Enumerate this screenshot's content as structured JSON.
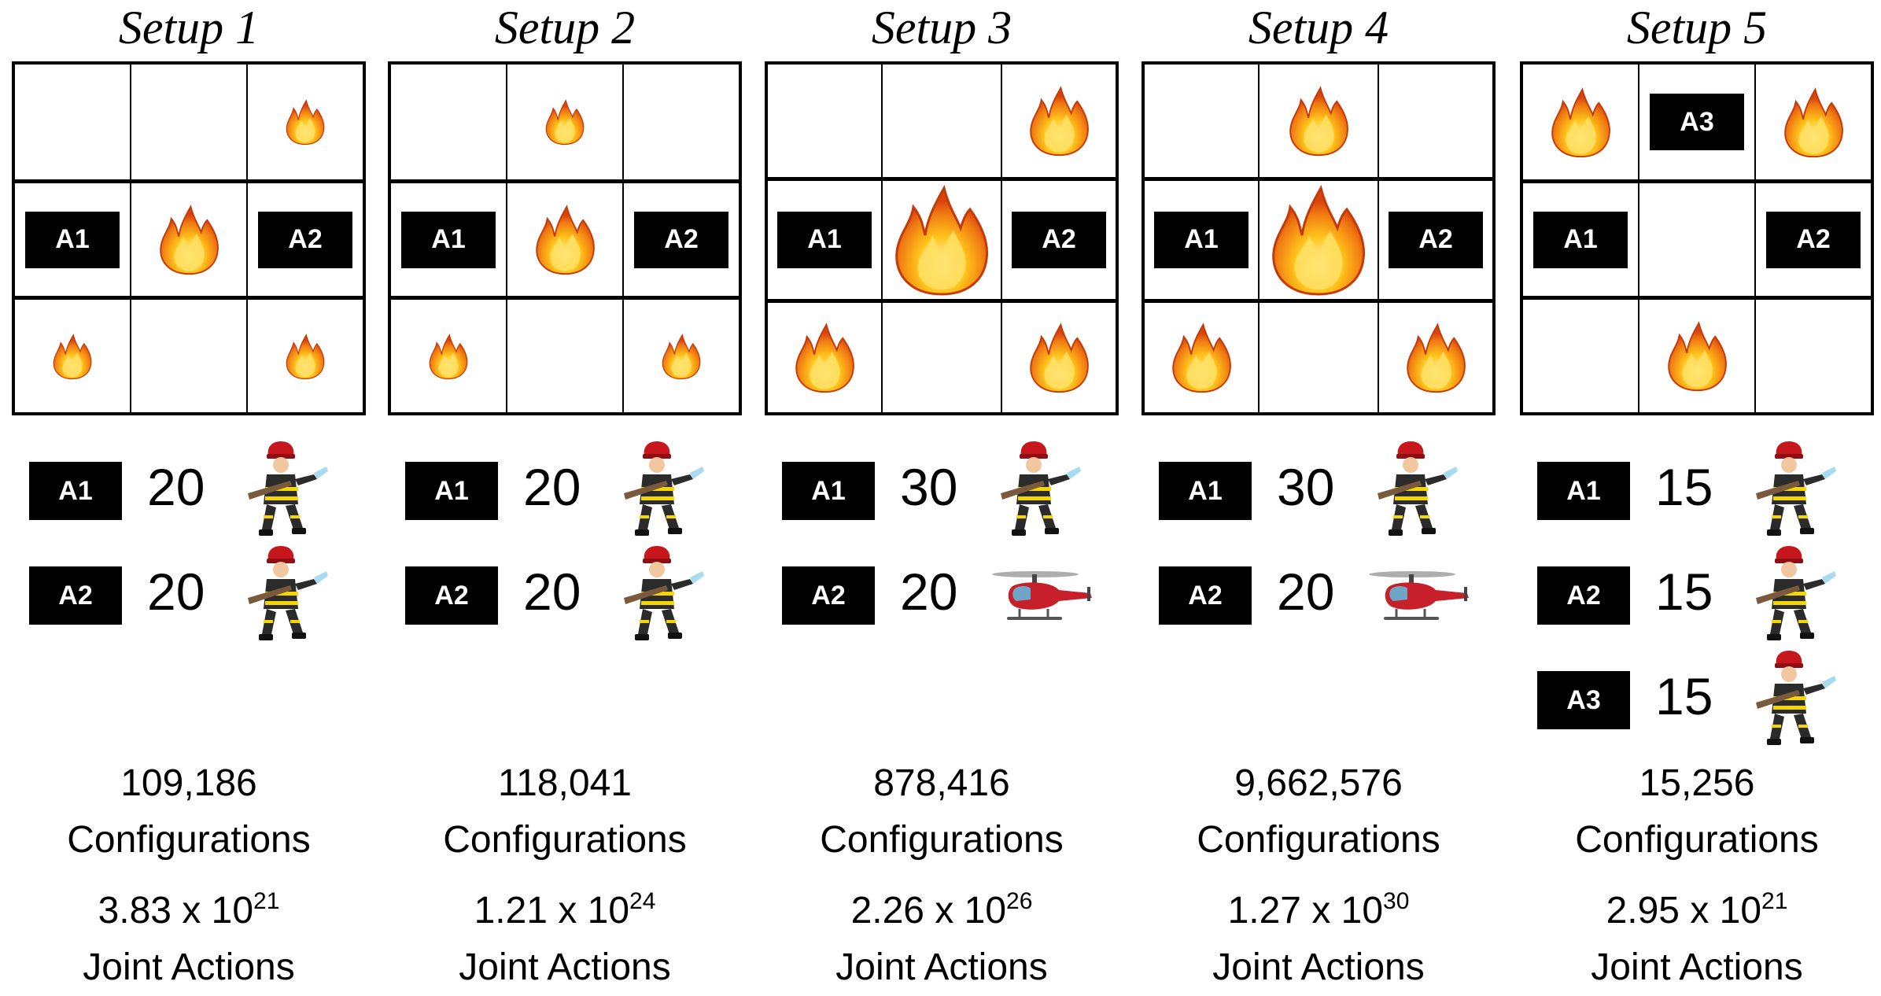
{
  "colors": {
    "agent_bg": "#000000",
    "agent_text": "#ffffff",
    "grid_line": "#000000"
  },
  "icons": {
    "fire": "fire-icon",
    "firefighter": "firefighter-icon",
    "helicopter": "helicopter-icon"
  },
  "setups": [
    {
      "title": "Setup 1",
      "grid": [
        [
          {
            "fire": ""
          },
          {
            "fire": ""
          },
          {
            "fire": "small"
          }
        ],
        [
          {
            "agent": "A1"
          },
          {
            "fire": "medium"
          },
          {
            "agent": "A2"
          }
        ],
        [
          {
            "fire": "small"
          },
          {
            "fire": ""
          },
          {
            "fire": "small"
          }
        ]
      ],
      "fleet": [
        {
          "label": "A1",
          "capacity": "20",
          "unit": "firefighter"
        },
        {
          "label": "A2",
          "capacity": "20",
          "unit": "firefighter"
        }
      ],
      "configurations": "109,186",
      "configurations_label": "Configurations",
      "joint_actions_base": "3.83 x 10",
      "joint_actions_exp": "21",
      "joint_actions_label": "Joint Actions"
    },
    {
      "title": "Setup 2",
      "grid": [
        [
          {
            "fire": ""
          },
          {
            "fire": "small"
          },
          {
            "fire": ""
          }
        ],
        [
          {
            "agent": "A1"
          },
          {
            "fire": "medium"
          },
          {
            "agent": "A2"
          }
        ],
        [
          {
            "fire": "small"
          },
          {
            "fire": ""
          },
          {
            "fire": "small"
          }
        ]
      ],
      "fleet": [
        {
          "label": "A1",
          "capacity": "20",
          "unit": "firefighter"
        },
        {
          "label": "A2",
          "capacity": "20",
          "unit": "firefighter"
        }
      ],
      "configurations": "118,041",
      "configurations_label": "Configurations",
      "joint_actions_base": "1.21 x 10",
      "joint_actions_exp": "24",
      "joint_actions_label": "Joint Actions"
    },
    {
      "title": "Setup 3",
      "grid": [
        [
          {
            "fire": ""
          },
          {
            "fire": ""
          },
          {
            "fire": "medium"
          }
        ],
        [
          {
            "agent": "A1"
          },
          {
            "fire": "large"
          },
          {
            "agent": "A2"
          }
        ],
        [
          {
            "fire": "medium"
          },
          {
            "fire": ""
          },
          {
            "fire": "medium"
          }
        ]
      ],
      "fleet": [
        {
          "label": "A1",
          "capacity": "30",
          "unit": "firefighter"
        },
        {
          "label": "A2",
          "capacity": "20",
          "unit": "helicopter"
        }
      ],
      "configurations": "878,416",
      "configurations_label": "Configurations",
      "joint_actions_base": "2.26 x 10",
      "joint_actions_exp": "26",
      "joint_actions_label": "Joint Actions"
    },
    {
      "title": "Setup 4",
      "grid": [
        [
          {
            "fire": ""
          },
          {
            "fire": "medium"
          },
          {
            "fire": ""
          }
        ],
        [
          {
            "agent": "A1"
          },
          {
            "fire": "large"
          },
          {
            "agent": "A2"
          }
        ],
        [
          {
            "fire": "medium"
          },
          {
            "fire": ""
          },
          {
            "fire": "medium"
          }
        ]
      ],
      "fleet": [
        {
          "label": "A1",
          "capacity": "30",
          "unit": "firefighter"
        },
        {
          "label": "A2",
          "capacity": "20",
          "unit": "helicopter"
        }
      ],
      "configurations": "9,662,576",
      "configurations_label": "Configurations",
      "joint_actions_base": "1.27 x 10",
      "joint_actions_exp": "30",
      "joint_actions_label": "Joint Actions"
    },
    {
      "title": "Setup 5",
      "grid": [
        [
          {
            "fire": "medium"
          },
          {
            "agent": "A3"
          },
          {
            "fire": "medium"
          }
        ],
        [
          {
            "agent": "A1"
          },
          {
            "fire": ""
          },
          {
            "agent": "A2"
          }
        ],
        [
          {
            "fire": ""
          },
          {
            "fire": "medium"
          },
          {
            "fire": ""
          }
        ]
      ],
      "fleet": [
        {
          "label": "A1",
          "capacity": "15",
          "unit": "firefighter"
        },
        {
          "label": "A2",
          "capacity": "15",
          "unit": "firefighter"
        },
        {
          "label": "A3",
          "capacity": "15",
          "unit": "firefighter"
        }
      ],
      "configurations": "15,256",
      "configurations_label": "Configurations",
      "joint_actions_base": "2.95 x 10",
      "joint_actions_exp": "21",
      "joint_actions_label": "Joint Actions"
    }
  ]
}
